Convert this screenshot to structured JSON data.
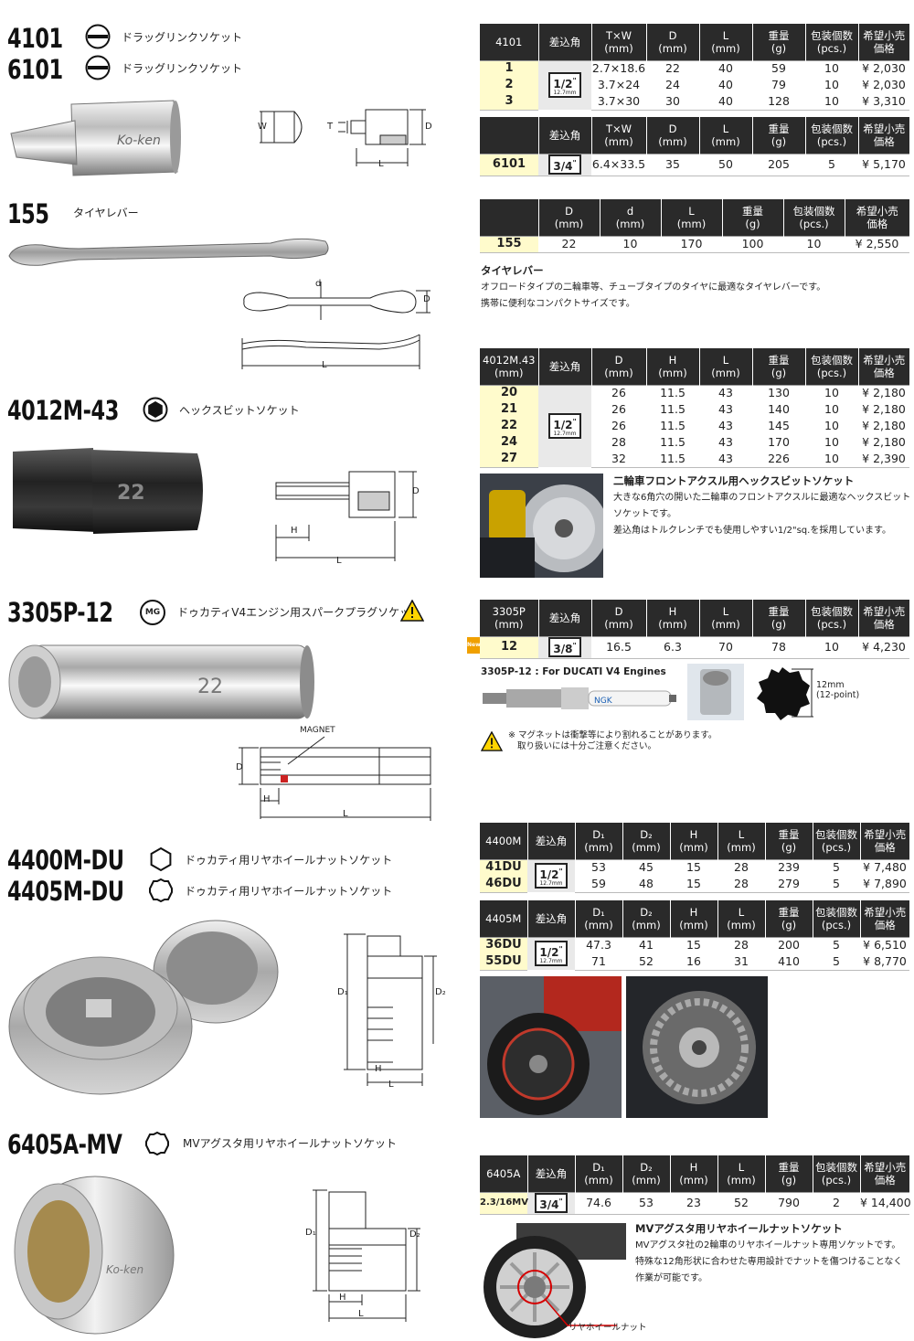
{
  "sec4101": {
    "code1": "4101",
    "name1": "ドラッグリンクソケット",
    "code2": "6101",
    "name2": "ドラッグリンクソケット",
    "dims": {
      "w": "W",
      "t": "T",
      "d": "D",
      "l": "L"
    },
    "table1": {
      "headers": [
        "4101",
        "差込角",
        "T×W\n(mm)",
        "D\n(mm)",
        "L\n(mm)",
        "重量\n(g)",
        "包装個数\n(pcs.)",
        "希望小売\n価格"
      ],
      "drive": "1/2",
      "drive_mm": "12.7mm",
      "rows": [
        [
          "1",
          "2.7×18.6",
          "22",
          "40",
          "59",
          "10",
          "¥ 2,030"
        ],
        [
          "2",
          "3.7×24",
          "24",
          "40",
          "79",
          "10",
          "¥ 2,030"
        ],
        [
          "3",
          "3.7×30",
          "30",
          "40",
          "128",
          "10",
          "¥ 3,310"
        ]
      ]
    },
    "table2": {
      "headers": [
        "",
        "差込角",
        "T×W\n(mm)",
        "D\n(mm)",
        "L\n(mm)",
        "重量\n(g)",
        "包装個数\n(pcs.)",
        "希望小売\n価格"
      ],
      "drive": "3/4",
      "rows": [
        [
          "6101",
          "6.4×33.5",
          "35",
          "50",
          "205",
          "5",
          "¥ 5,170"
        ]
      ]
    }
  },
  "sec155": {
    "code": "155",
    "name": "タイヤレバー",
    "dims": {
      "d_small": "d",
      "d_big": "D",
      "l": "L"
    },
    "table": {
      "headers": [
        "",
        "D\n(mm)",
        "d\n(mm)",
        "L\n(mm)",
        "重量\n(g)",
        "包装個数\n(pcs.)",
        "希望小売\n価格"
      ],
      "rows": [
        [
          "155",
          "22",
          "10",
          "170",
          "100",
          "10",
          "¥ 2,550"
        ]
      ]
    },
    "desc_title": "タイヤレバー",
    "desc_lines": [
      "オフロードタイプの二輪車等、チューブタイプのタイヤに最適なタイヤレバーです。",
      "携帯に便利なコンパクトサイズです。"
    ]
  },
  "sec4012": {
    "code": "4012M-43",
    "name": "ヘックスビットソケット",
    "dims": {
      "h": "H",
      "d": "D",
      "l": "L"
    },
    "table": {
      "headers": [
        "4012M.43\n(mm)",
        "差込角",
        "D\n(mm)",
        "H\n(mm)",
        "L\n(mm)",
        "重量\n(g)",
        "包装個数\n(pcs.)",
        "希望小売\n価格"
      ],
      "drive": "1/2",
      "drive_mm": "12.7mm",
      "rows": [
        [
          "20",
          "26",
          "11.5",
          "43",
          "130",
          "10",
          "¥ 2,180"
        ],
        [
          "21",
          "26",
          "11.5",
          "43",
          "140",
          "10",
          "¥ 2,180"
        ],
        [
          "22",
          "26",
          "11.5",
          "43",
          "145",
          "10",
          "¥ 2,180"
        ],
        [
          "24",
          "28",
          "11.5",
          "43",
          "170",
          "10",
          "¥ 2,180"
        ],
        [
          "27",
          "32",
          "11.5",
          "43",
          "226",
          "10",
          "¥ 2,390"
        ]
      ]
    },
    "desc_title": "二輪車フロントアクスル用ヘックスビットソケット",
    "desc_lines": [
      "大きな6角穴の開いた二輪車のフロントアクスルに最適なヘックスビット",
      "ソケットです。",
      "差込角はトルクレンチでも使用しやすい1/2\"sq.を採用しています。"
    ]
  },
  "sec3305": {
    "code": "3305P-12",
    "mg_badge": "MG",
    "name": "ドゥカティV4エンジン用スパークプラグソケット",
    "dims": {
      "magnet": "MAGNET",
      "d": "D",
      "h": "H",
      "l": "L"
    },
    "table": {
      "headers": [
        "3305P\n(mm)",
        "差込角",
        "D\n(mm)",
        "H\n(mm)",
        "L\n(mm)",
        "重量\n(g)",
        "包装個数\n(pcs.)",
        "希望小売\n価格"
      ],
      "drive": "3/8",
      "new_tag": "New",
      "rows": [
        [
          "12",
          "16.5",
          "6.3",
          "70",
          "78",
          "10",
          "¥ 4,230"
        ]
      ]
    },
    "for_label": "3305P-12 : For DUCATI V4 Engines",
    "point_label_1": "12mm",
    "point_label_2": "(12-point)",
    "warning_lines": [
      "※ マグネットは衝撃等により割れることがあります。",
      "取り扱いには十分ご注意ください。"
    ]
  },
  "sec4400": {
    "code1": "4400M-DU",
    "name1": "ドゥカティ用リヤホイールナットソケット",
    "code2": "4405M-DU",
    "name2": "ドゥカティ用リヤホイールナットソケット",
    "dims": {
      "d1": "D₁",
      "d2": "D₂",
      "h": "H",
      "l": "L"
    },
    "table1": {
      "headers": [
        "4400M",
        "差込角",
        "D₁\n(mm)",
        "D₂\n(mm)",
        "H\n(mm)",
        "L\n(mm)",
        "重量\n(g)",
        "包装個数\n(pcs.)",
        "希望小売\n価格"
      ],
      "drive": "1/2",
      "drive_mm": "12.7mm",
      "rows": [
        [
          "41DU",
          "53",
          "45",
          "15",
          "28",
          "239",
          "5",
          "¥ 7,480"
        ],
        [
          "46DU",
          "59",
          "48",
          "15",
          "28",
          "279",
          "5",
          "¥ 7,890"
        ]
      ]
    },
    "table2": {
      "headers": [
        "4405M",
        "差込角",
        "D₁\n(mm)",
        "D₂\n(mm)",
        "H\n(mm)",
        "L\n(mm)",
        "重量\n(g)",
        "包装個数\n(pcs.)",
        "希望小売\n価格"
      ],
      "drive": "1/2",
      "drive_mm": "12.7mm",
      "rows": [
        [
          "36DU",
          "47.3",
          "41",
          "15",
          "28",
          "200",
          "5",
          "¥ 6,510"
        ],
        [
          "55DU",
          "71",
          "52",
          "16",
          "31",
          "410",
          "5",
          "¥ 8,770"
        ]
      ]
    }
  },
  "sec6405": {
    "code": "6405A-MV",
    "name": "MVアグスタ用リヤホイールナットソケット",
    "dims": {
      "d1": "D₁",
      "d2": "D₂",
      "h": "H",
      "l": "L"
    },
    "table": {
      "headers": [
        "6405A",
        "差込角",
        "D₁\n(mm)",
        "D₂\n(mm)",
        "H\n(mm)",
        "L\n(mm)",
        "重量\n(g)",
        "包装個数\n(pcs.)",
        "希望小売\n価格"
      ],
      "drive": "3/4",
      "rows": [
        [
          "2.3/16MV",
          "74.6",
          "53",
          "23",
          "52",
          "790",
          "2",
          "¥ 14,400"
        ]
      ]
    },
    "desc_title": "MVアグスタ用リヤホイールナットソケット",
    "desc_lines": [
      "MVアグスタ社の2輪車のリヤホイールナット専用ソケットです。",
      "特殊な12角形状に合わせた専用設計でナットを傷つけることなく",
      "作業が可能です。"
    ],
    "callout": "リヤホイールナット"
  }
}
